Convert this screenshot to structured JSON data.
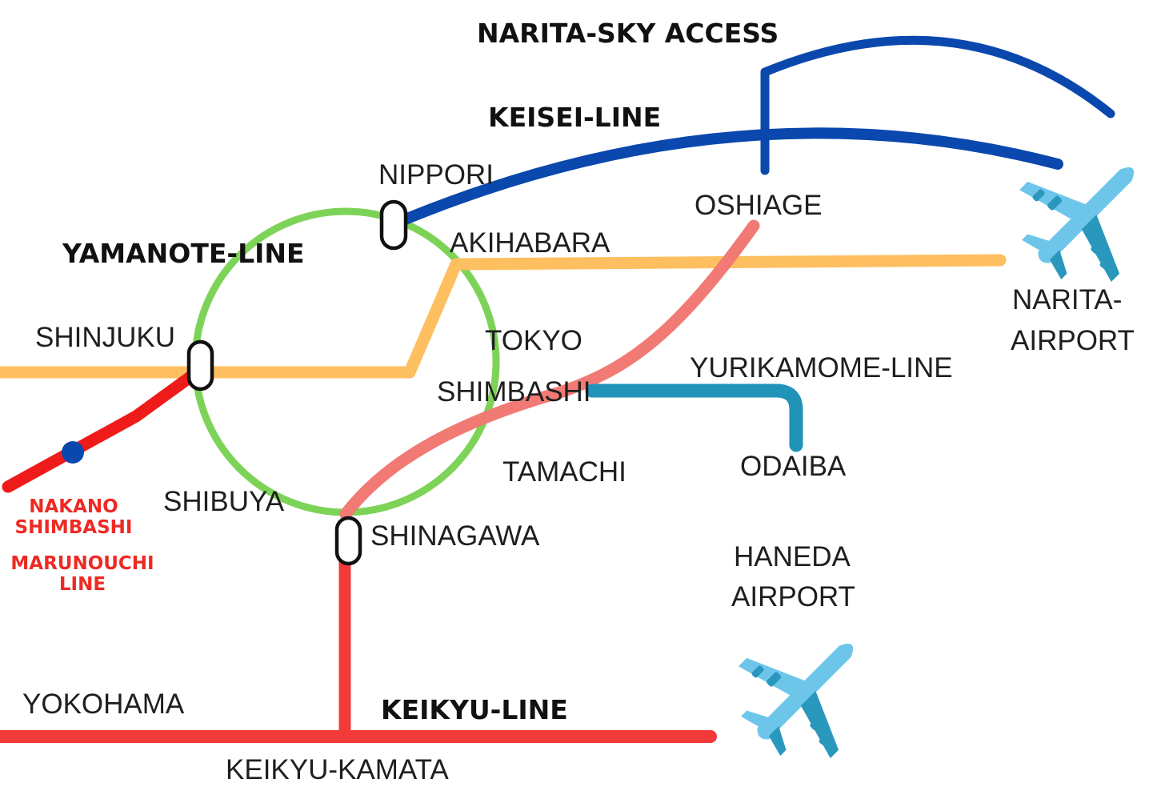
{
  "colors": {
    "yamanote": "#7dd357",
    "chuo": "#fdbf5f",
    "keisei": "#0a48ad",
    "asakusa": "#f27a74",
    "marunouchi": "#ef1b1b",
    "keikyu": "#f23a3a",
    "yurikamome": "#2192b8",
    "plane_light": "#6dc6ea",
    "plane_dark": "#2a97bd"
  },
  "lines": {
    "narita_sky_access": "NARITA-SKY ACCESS",
    "keisei": "KEISEI-LINE",
    "yamanote": "YAMANOTE-LINE",
    "yurikamome": "YURIKAMOME-LINE",
    "keikyu": "KEIKYU-LINE",
    "marunouchi_1": "MARUNOUCHI",
    "marunouchi_2": "LINE"
  },
  "stations": {
    "nippori": "NIPPORI",
    "oshiage": "OSHIAGE",
    "akihabara": "AKIHABARA",
    "shinjuku": "SHINJUKU",
    "tokyo": "TOKYO",
    "shimbashi": "SHIMBASHI",
    "tamachi": "TAMACHI",
    "odaiba": "ODAIBA",
    "shibuya": "SHIBUYA",
    "shinagawa": "SHINAGAWA",
    "yokohama": "YOKOHAMA",
    "keikyu_kamata": "KEIKYU-KAMATA",
    "nakano_shimbashi_1": "NAKANO",
    "nakano_shimbashi_2": "SHIMBASHI",
    "narita_airport_1": "NARITA-",
    "narita_airport_2": "AIRPORT",
    "haneda_airport_1": "HANEDA",
    "haneda_airport_2": "AIRPORT"
  },
  "icons": {
    "narita": "airplane-icon",
    "haneda": "airplane-icon"
  }
}
